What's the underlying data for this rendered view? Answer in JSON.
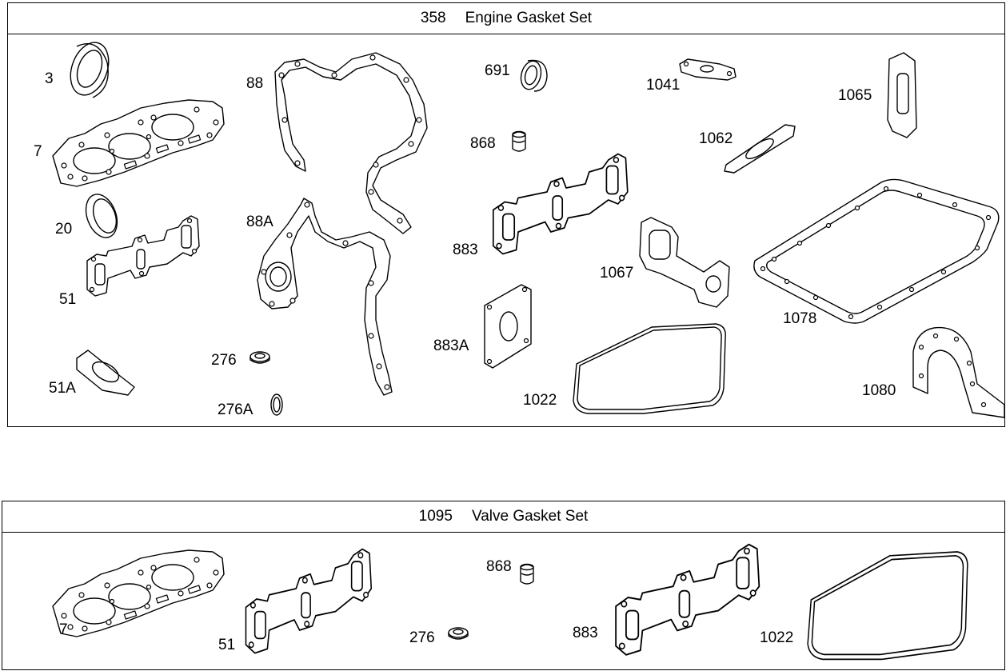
{
  "kits": [
    {
      "number": "358",
      "title": "Engine Gasket Set",
      "callouts": [
        "3",
        "7",
        "20",
        "51",
        "51A",
        "88",
        "88A",
        "276",
        "276A",
        "691",
        "868",
        "883",
        "883A",
        "1022",
        "1041",
        "1062",
        "1065",
        "1067",
        "1078",
        "1080"
      ]
    },
    {
      "number": "1095",
      "title": "Valve Gasket Set",
      "callouts": [
        "7",
        "51",
        "868",
        "276",
        "883",
        "1022"
      ]
    }
  ]
}
